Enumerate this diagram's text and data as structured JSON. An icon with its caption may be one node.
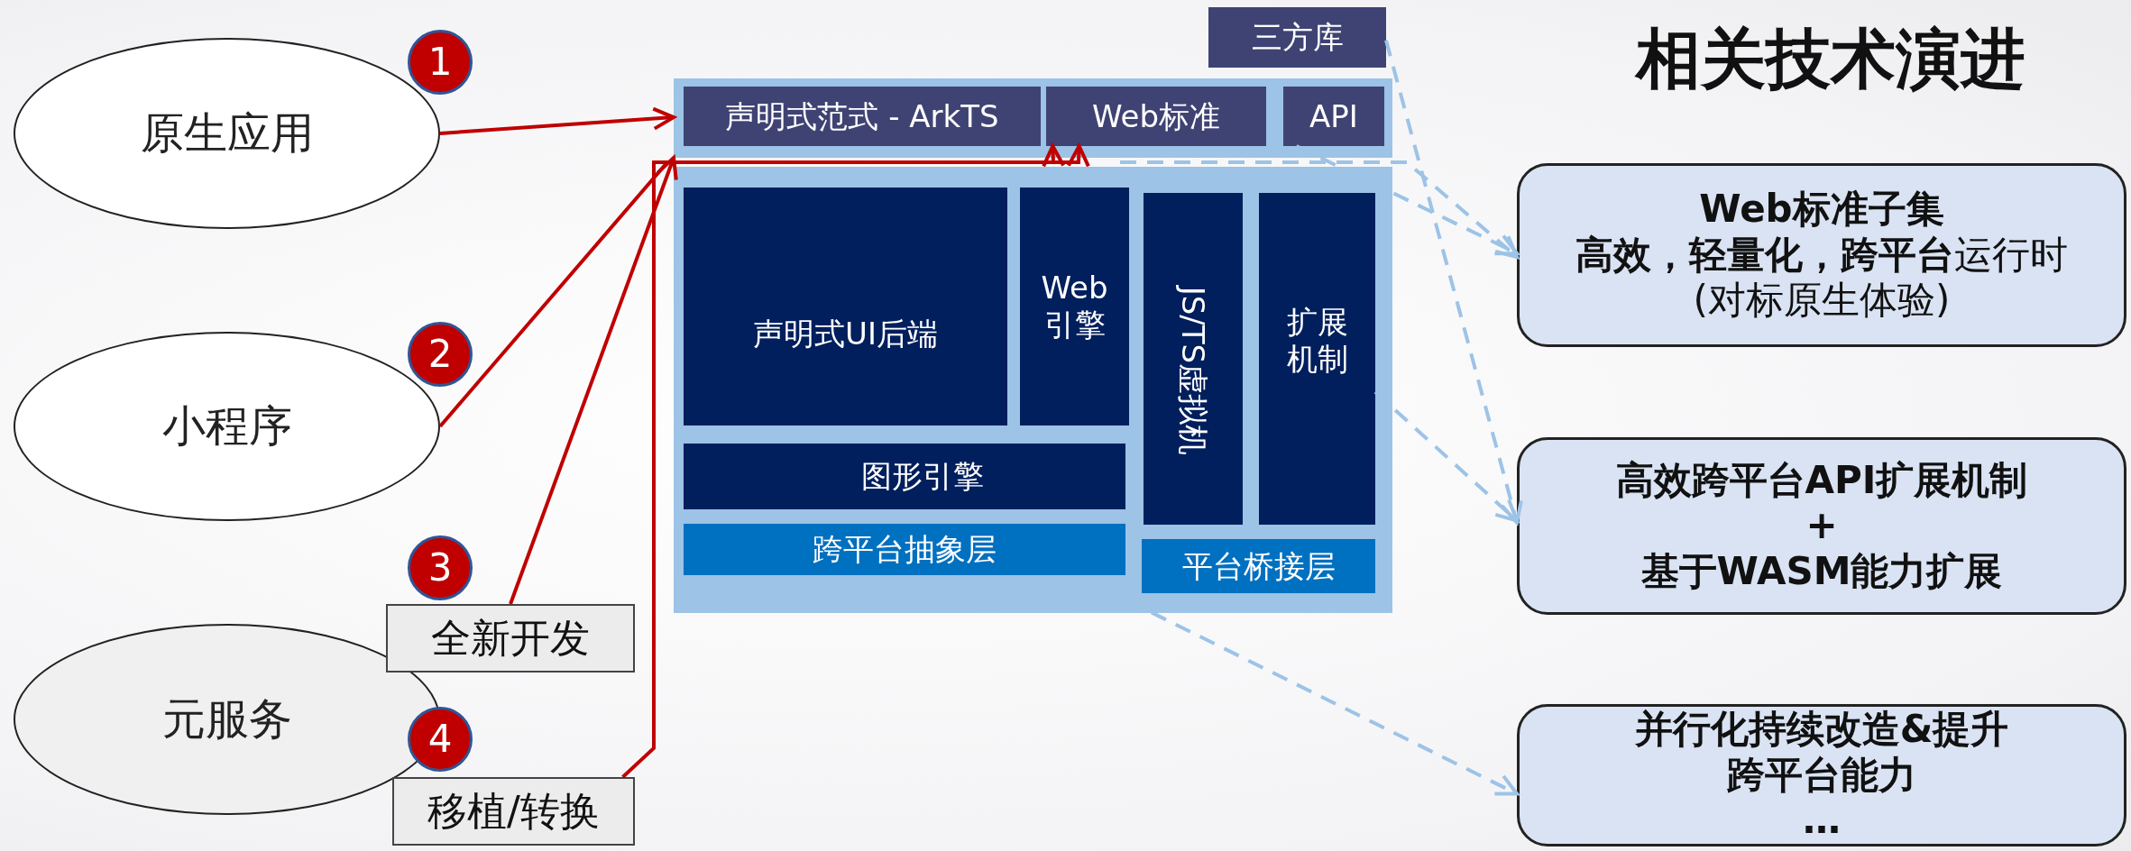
{
  "diagram": {
    "title": "相关技术演进",
    "nodes": [
      {
        "text": [
          "原生应用"
        ]
      },
      {
        "text": [
          "小程序"
        ]
      },
      {
        "text": [
          "元服务"
        ]
      },
      {
        "text": [
          "全新开发"
        ]
      },
      {
        "text": [
          "移植/转换"
        ]
      },
      {
        "text": [
          "三方库"
        ]
      },
      {
        "text": [],
        "shape": "box"
      },
      {
        "text": [
          "声明式范式 - ArkTS"
        ],
        "in": 6
      },
      {
        "text": [
          "Web标准"
        ],
        "in": 6
      },
      {
        "text": [
          "API"
        ],
        "in": 6
      },
      {
        "text": [],
        "shape": "box"
      },
      {
        "text": [
          "声明式UI后端"
        ],
        "in": 10
      },
      {
        "text": [
          "Web引擎"
        ],
        "in": 10
      },
      {
        "text": [
          "JS/TS虚拟机"
        ],
        "in": 10
      },
      {
        "text": [
          "扩展机制"
        ],
        "in": 10
      },
      {
        "text": [
          "图形引擎"
        ],
        "in": 10
      },
      {
        "text": [
          "跨平台抽象层"
        ],
        "in": 10
      },
      {
        "text": [
          "平台桥接层"
        ],
        "in": 10
      },
      {
        "text": [
          "Web标准子集",
          "**高效，轻量化，跨平台**运行时",
          "(对标原生体验)"
        ]
      },
      {
        "text": [
          "高效跨平台API扩展机制",
          "+",
          "基于WASM能力扩展"
        ]
      },
      {
        "text": [
          "并行化持续改造&提升",
          "跨平台能力",
          "…"
        ]
      },
      {
        "text": [
          "1"
        ]
      },
      {
        "text": [
          "2"
        ]
      },
      {
        "text": [
          "3"
        ]
      },
      {
        "text": [
          "4"
        ]
      }
    ],
    "edges": [
      {
        "from": 0,
        "to": 6,
        "arrow": "to",
        "color": "#c00000"
      },
      {
        "from": 1,
        "to": 8,
        "arrow": "to",
        "color": "#c00000"
      },
      {
        "from": 3,
        "to": 6,
        "arrow": "to",
        "color": "#c00000"
      },
      {
        "from": 4,
        "to": 8,
        "arrow": "to",
        "color": "#c00000"
      },
      {
        "from": 5,
        "to": 19,
        "arrow": "to",
        "style": "dashed",
        "color": "#9dc3e6"
      },
      {
        "from": 9,
        "to": 18,
        "arrow": "to",
        "style": "dashed",
        "color": "#9dc3e6"
      },
      {
        "from": 12,
        "to": 18,
        "arrow": "to",
        "style": "dashed",
        "color": "#9dc3e6"
      },
      {
        "from": 14,
        "to": 19,
        "arrow": "to",
        "style": "dashed",
        "color": "#9dc3e6"
      },
      {
        "from": 11,
        "to": 20,
        "arrow": "to",
        "style": "dashed",
        "color": "#9dc3e6"
      }
    ]
  }
}
